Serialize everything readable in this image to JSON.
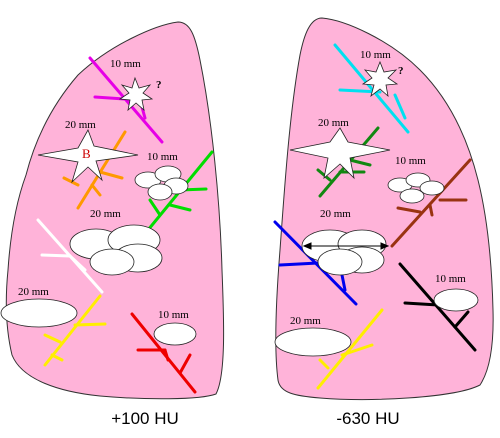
{
  "captions": {
    "left": "+100 HU",
    "right": "-630 HU"
  },
  "left_lung": {
    "labels": {
      "top_star": "10 mm",
      "top_star_q": "?",
      "b_star": "20 mm",
      "b_letter": "B",
      "cluster_small": "10 mm",
      "cluster_large": "20 mm",
      "ellipse_left": "20 mm",
      "ellipse_bottom": "10 mm"
    }
  },
  "right_lung": {
    "labels": {
      "top_star": "10 mm",
      "top_star_q": "?",
      "big_star": "20 mm",
      "cluster_small": "10 mm",
      "cluster_large": "20 mm",
      "ellipse_right": "10 mm",
      "ellipse_bottom": "20 mm"
    }
  },
  "colors": {
    "lung_fill": "#ffb3d9",
    "magenta": "#e600e6",
    "orange": "#ff9900",
    "green": "#00dd00",
    "white": "#ffffff",
    "yellow": "#ffee00",
    "red": "#ee0000",
    "cyan": "#00e0f0",
    "dark_green": "#118811",
    "brown": "#993311",
    "blue": "#0000ee",
    "black": "#000000"
  }
}
